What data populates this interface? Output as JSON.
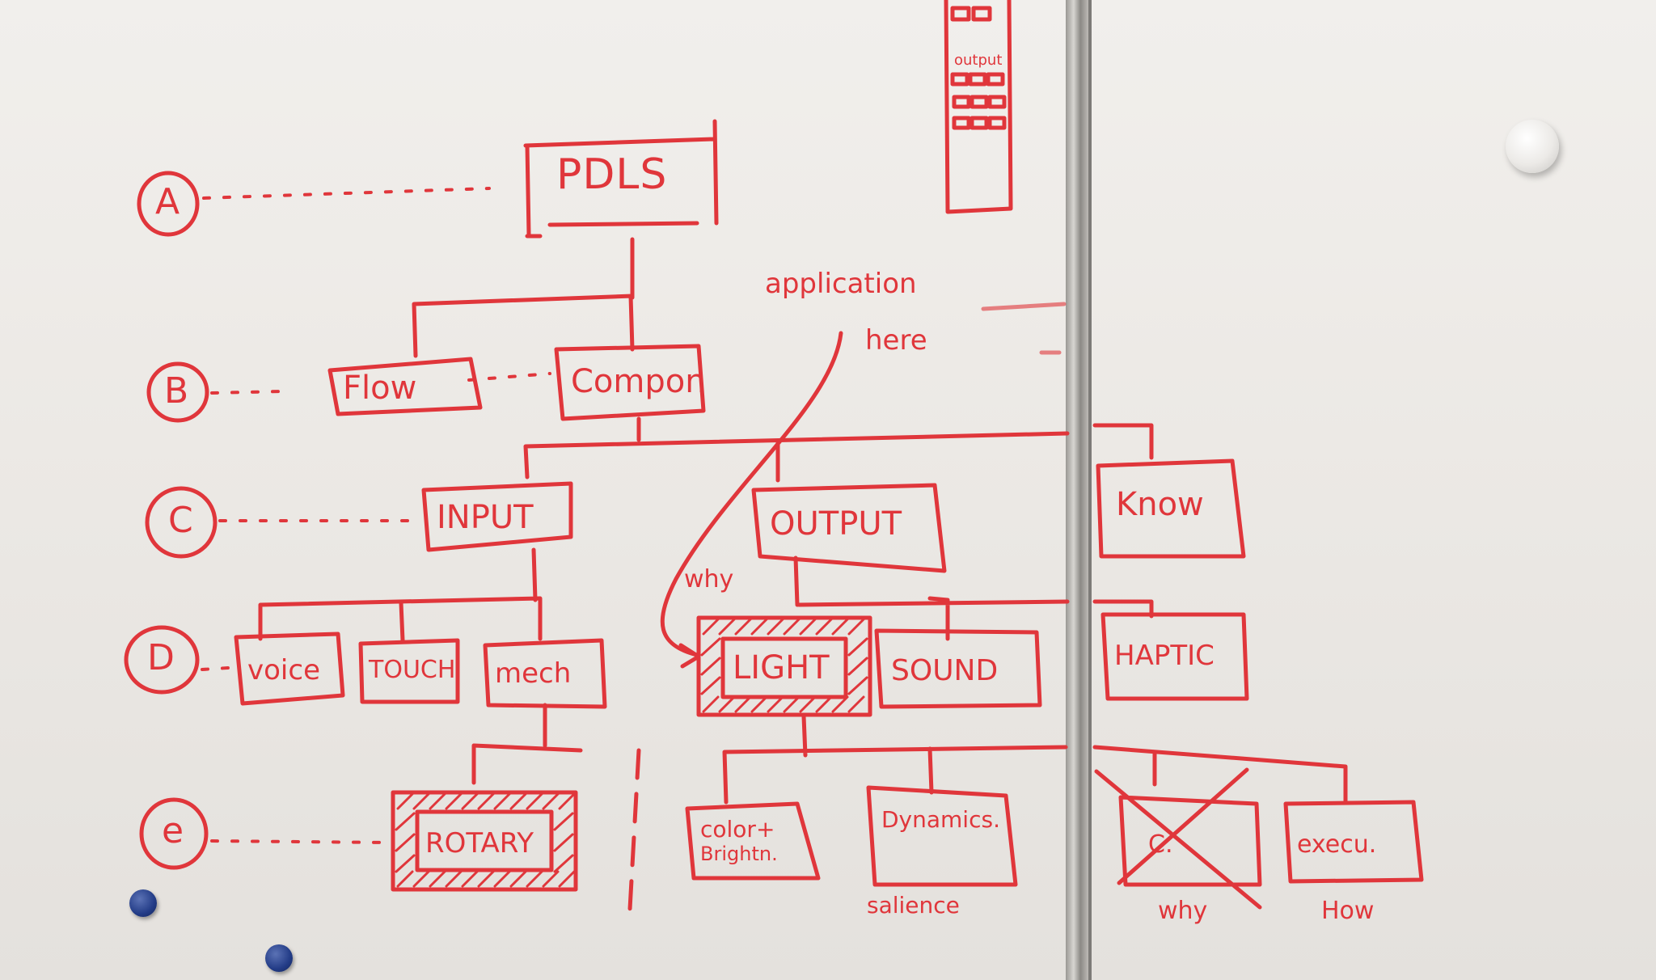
{
  "colors": {
    "ink": "#e0363b",
    "board": "#eeece9",
    "frame": "#9a9894",
    "pin": "#233c87",
    "magnet": "#f2f1ef"
  },
  "levels": {
    "a": "A",
    "b": "B",
    "c": "C",
    "d": "D",
    "e": "e"
  },
  "nodes": {
    "pdls": "PDLS",
    "flow": "Flow",
    "compon": "Compon",
    "input": "INPUT",
    "output": "OUTPUT",
    "know": "Know",
    "voice": "voice",
    "touch": "TOUCH",
    "mech": "mech",
    "light": "LIGHT",
    "sound": "SOUND",
    "haptic": "HAPTIC",
    "rotary": "ROTARY",
    "color": "color+",
    "brightness": "Brightn.",
    "dynamics": "Dynamics.",
    "crossed": "C.",
    "execution": "execu."
  },
  "notes": {
    "application_line1": "application",
    "application_line2": "here",
    "why_arrow": "why",
    "salience": "salience",
    "why_bottom": "why",
    "how": "How",
    "output_list": "output"
  },
  "icons": {
    "pins": "push-pin-icon",
    "magnet": "magnet-icon"
  }
}
